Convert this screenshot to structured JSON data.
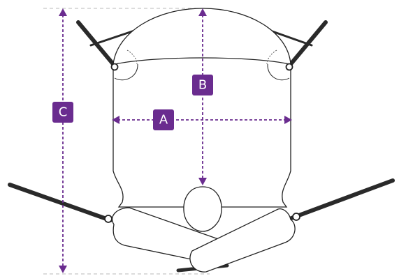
{
  "diagram": {
    "labels": {
      "a": "A",
      "b": "B",
      "c": "C"
    },
    "colors": {
      "accent": "#6a2c8f",
      "outline": "#222222",
      "strap": "#2a2a2a",
      "guide": "#b8b8b8"
    }
  }
}
